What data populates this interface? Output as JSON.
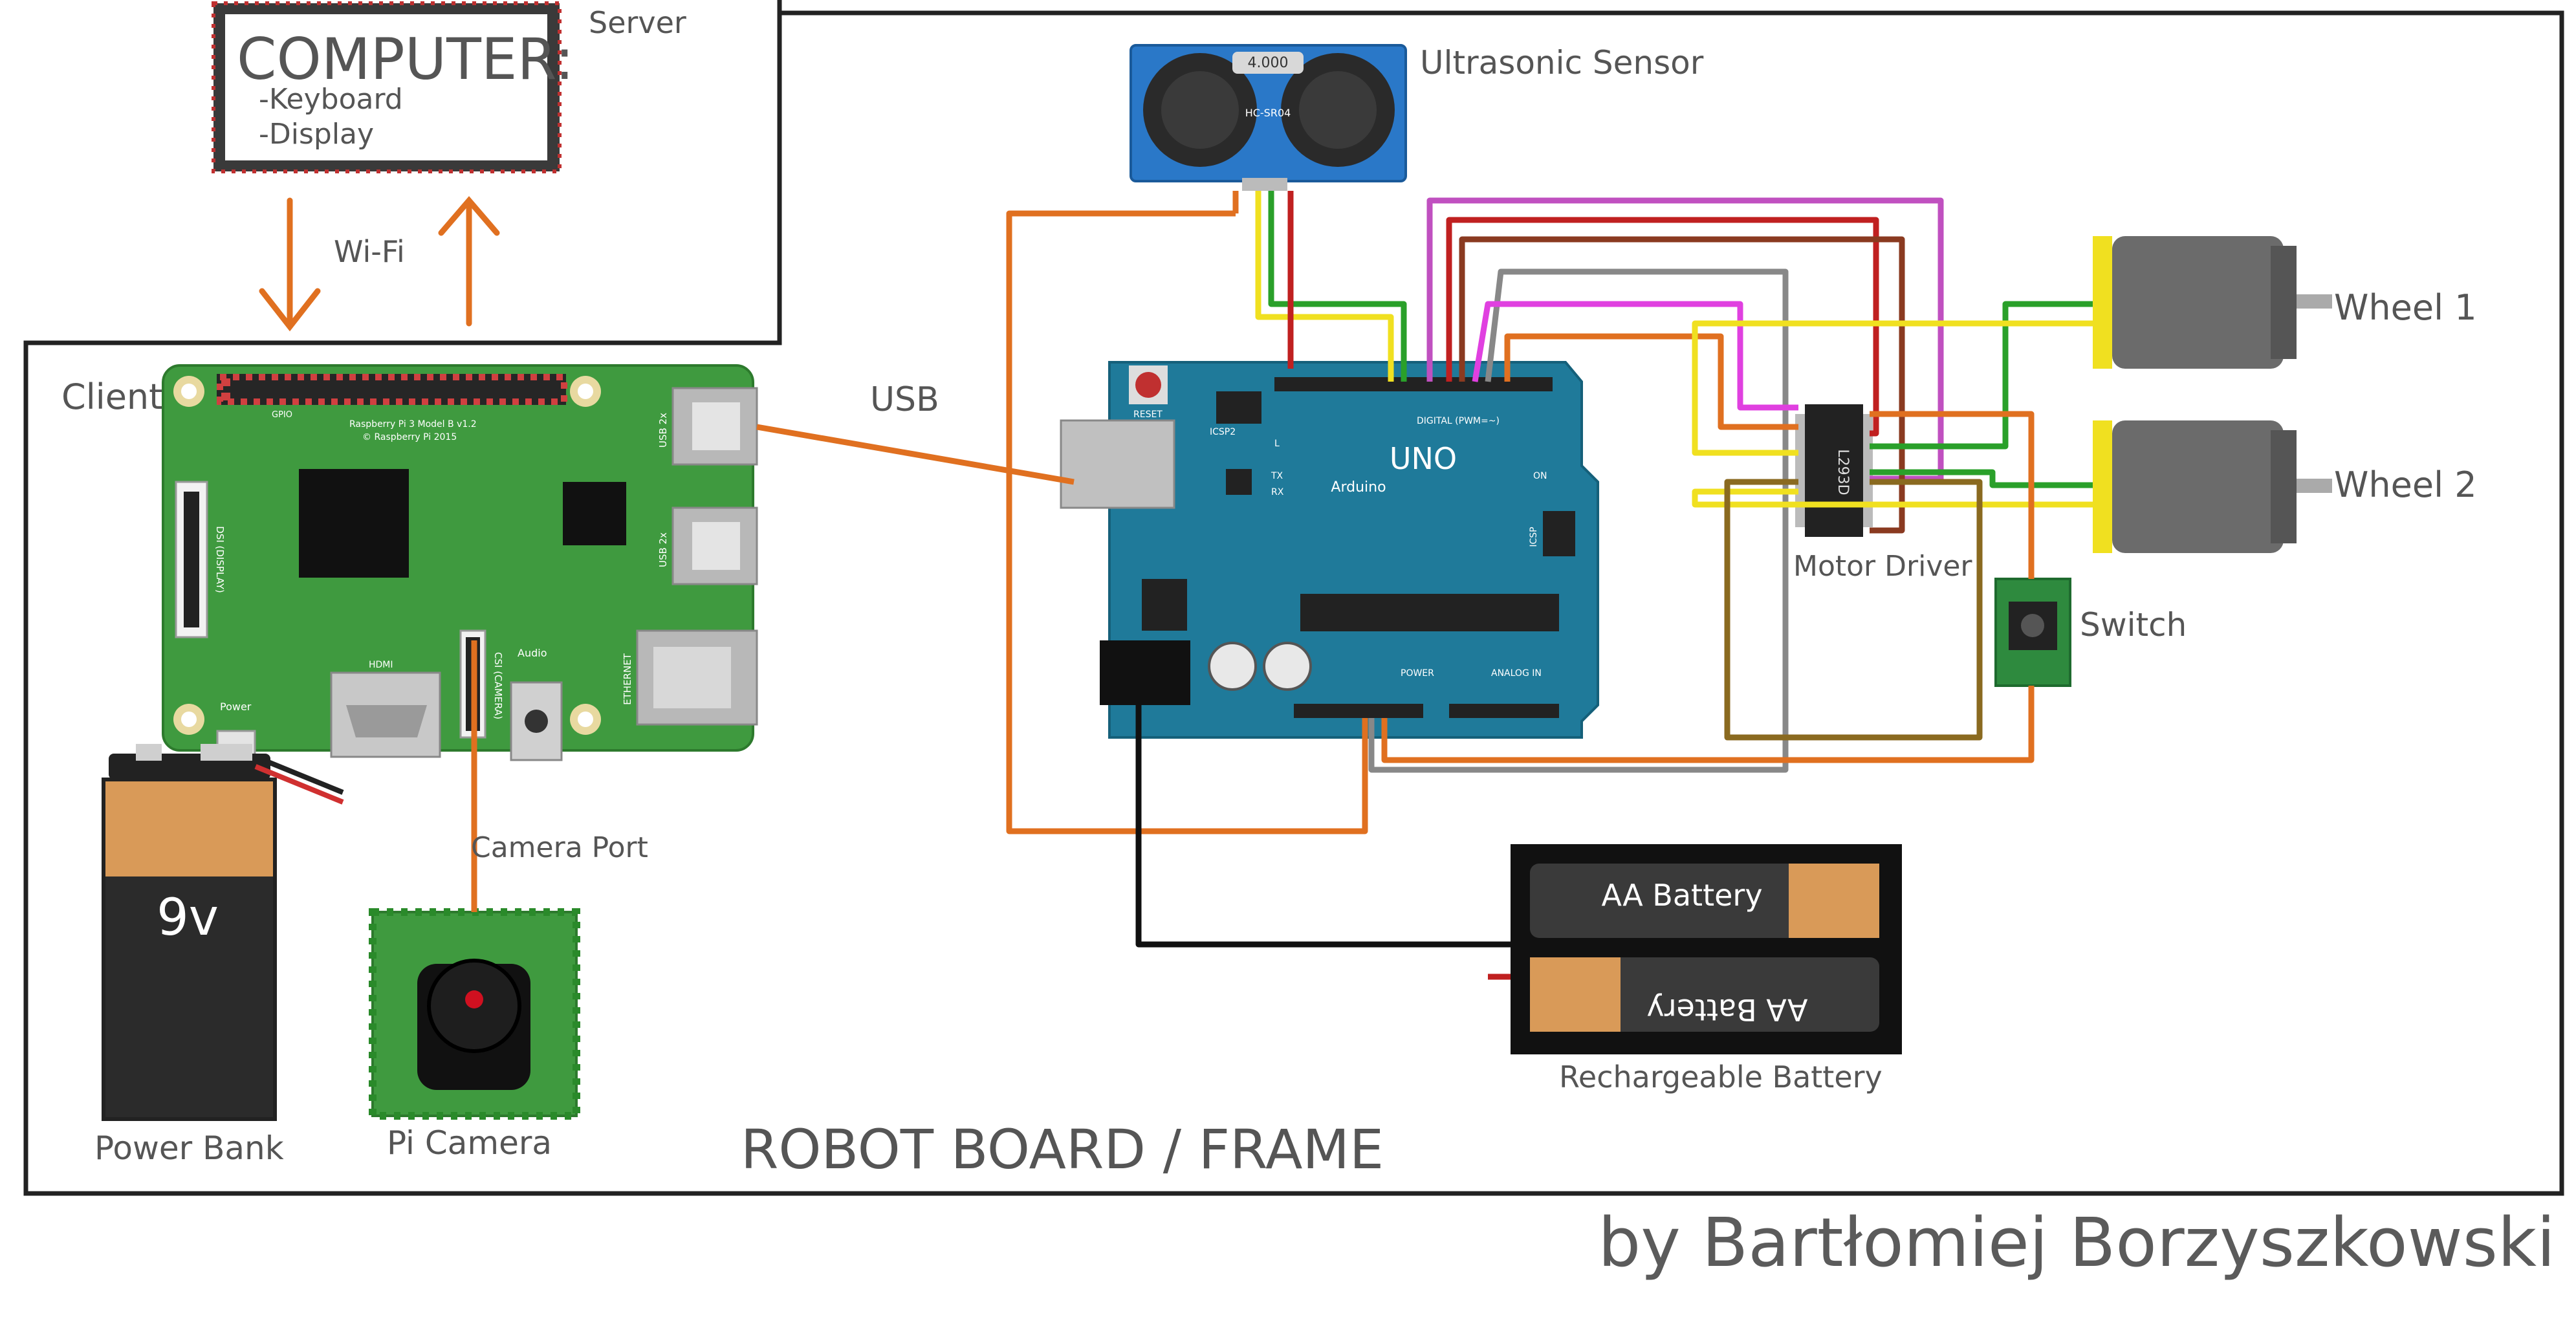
{
  "labels": {
    "server": "Server",
    "computer_title": "COMPUTER:",
    "computer_item_1": "-Keyboard",
    "computer_item_2": "-Display",
    "wifi": "Wi-Fi",
    "client": "Client",
    "usb": "USB",
    "ultrasonic_sensor": "Ultrasonic Sensor",
    "wheel_1": "Wheel 1",
    "wheel_2": "Wheel 2",
    "motor_driver": "Motor Driver",
    "switch": "Switch",
    "camera_port": "Camera Port",
    "pi_camera": "Pi Camera",
    "power_bank": "Power Bank",
    "rechargeable_battery": "Rechargeable Battery",
    "robot_board": "ROBOT BOARD / FRAME",
    "author": "by Bartłomiej Borzyszkowski"
  },
  "component_text": {
    "battery_9v": "9v",
    "aa_battery": "AA Battery",
    "arduino_uno": "UNO",
    "arduino_brand": "Arduino",
    "hc_sr04": "HC-SR04",
    "sensor_crystal": "4.000",
    "ic_code": "L293D",
    "rpi_model": "Raspberry Pi 3 Model B v1.2",
    "rpi_copyright": "© Raspberry Pi 2015",
    "usb_2x": "USB 2x",
    "ethernet": "ETHERNET",
    "hdmi": "HDMI",
    "audio": "Audio",
    "power": "Power",
    "dsi": "DSI (DISPLAY)",
    "csi": "CSI (CAMERA)",
    "gpio": "GPIO",
    "reset": "RESET",
    "icsp2": "ICSP2",
    "icsp": "ICSP",
    "digital": "DIGITAL (PWM=~)",
    "analog_in": "ANALOG IN",
    "power_header": "POWER",
    "on": "ON",
    "tx": "TX",
    "rx": "RX",
    "l": "L"
  },
  "colors": {
    "orange_wire": "#e07020",
    "rpi_green": "#3f9a3f",
    "arduino_blue": "#1f7a9a",
    "sensor_blue": "#2a78c8",
    "frame": "#222222"
  }
}
